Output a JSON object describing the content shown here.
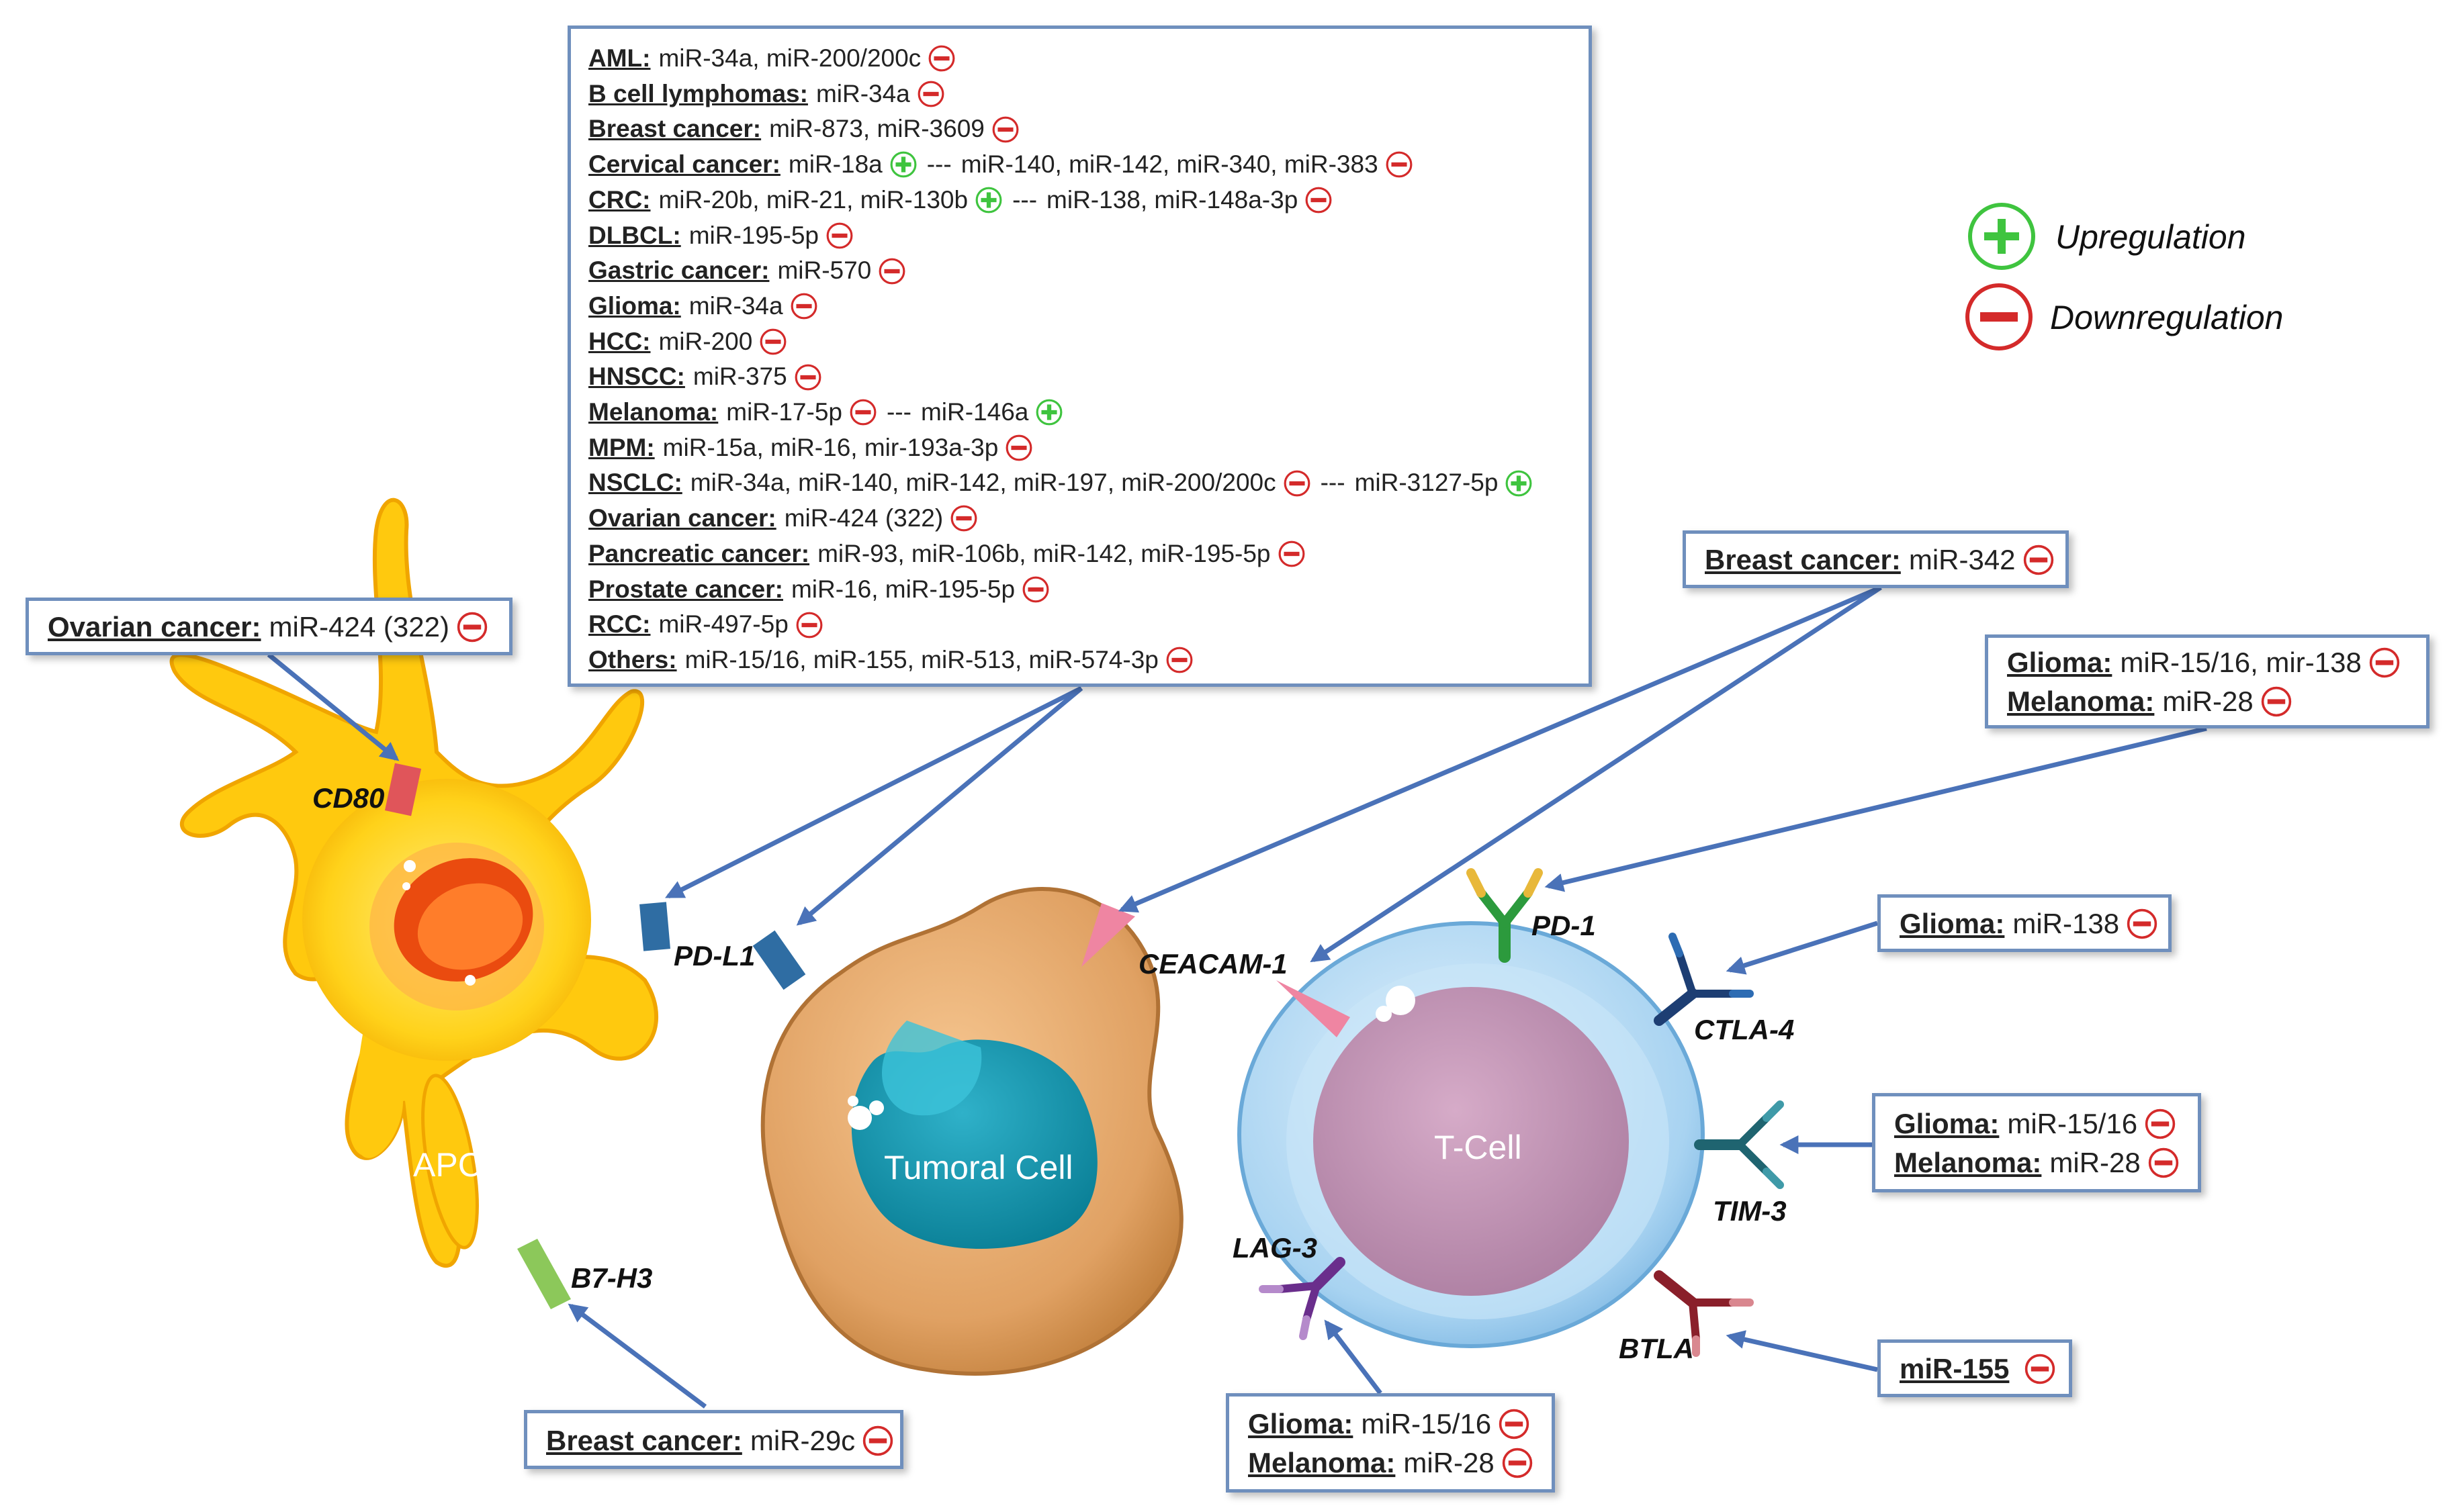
{
  "colors": {
    "up": "#3fc43f",
    "down": "#d42a2a",
    "box_border": "#6f8fbd",
    "arrow": "#4a72b8"
  },
  "legend": {
    "up_label": "Upregulation",
    "down_label": "Downregulation"
  },
  "main_list": [
    {
      "disease": "AML:",
      "parts": [
        {
          "text": "miR-34a, miR-200/200c",
          "sign": "down"
        }
      ]
    },
    {
      "disease": "B cell lymphomas:",
      "parts": [
        {
          "text": "miR-34a",
          "sign": "down"
        }
      ]
    },
    {
      "disease": "Breast cancer:",
      "parts": [
        {
          "text": "miR-873, miR-3609",
          "sign": "down"
        }
      ]
    },
    {
      "disease": "Cervical cancer:",
      "parts": [
        {
          "text": "miR-18a",
          "sign": "up"
        },
        {
          "text": "miR-140, miR-142, miR-340, miR-383",
          "sign": "down"
        }
      ]
    },
    {
      "disease": "CRC:",
      "parts": [
        {
          "text": "miR-20b, miR-21, miR-130b",
          "sign": "up"
        },
        {
          "text": "miR-138, miR-148a-3p",
          "sign": "down"
        }
      ]
    },
    {
      "disease": "DLBCL:",
      "parts": [
        {
          "text": "miR-195-5p",
          "sign": "down"
        }
      ]
    },
    {
      "disease": "Gastric cancer:",
      "parts": [
        {
          "text": "miR-570",
          "sign": "down"
        }
      ]
    },
    {
      "disease": "Glioma:",
      "parts": [
        {
          "text": "miR-34a",
          "sign": "down"
        }
      ]
    },
    {
      "disease": "HCC:",
      "parts": [
        {
          "text": "miR-200",
          "sign": "down"
        }
      ]
    },
    {
      "disease": "HNSCC:",
      "parts": [
        {
          "text": "miR-375",
          "sign": "down"
        }
      ]
    },
    {
      "disease": "Melanoma:",
      "parts": [
        {
          "text": "miR-17-5p",
          "sign": "down"
        },
        {
          "text": "miR-146a",
          "sign": "up"
        }
      ]
    },
    {
      "disease": "MPM:",
      "parts": [
        {
          "text": "miR-15a, miR-16, mir-193a-3p",
          "sign": "down"
        }
      ]
    },
    {
      "disease": "NSCLC:",
      "parts": [
        {
          "text": "miR-34a, miR-140, miR-142, miR-197, miR-200/200c",
          "sign": "down"
        },
        {
          "text": "miR-3127-5p",
          "sign": "up"
        }
      ]
    },
    {
      "disease": "Ovarian cancer:",
      "parts": [
        {
          "text": "miR-424 (322)",
          "sign": "down"
        }
      ]
    },
    {
      "disease": "Pancreatic cancer:",
      "parts": [
        {
          "text": "miR-93, miR-106b, miR-142, miR-195-5p",
          "sign": "down"
        }
      ]
    },
    {
      "disease": "Prostate cancer:",
      "parts": [
        {
          "text": "miR-16, miR-195-5p",
          "sign": "down"
        }
      ]
    },
    {
      "disease": "RCC:",
      "parts": [
        {
          "text": "miR-497-5p",
          "sign": "down"
        }
      ]
    },
    {
      "disease": "Others:",
      "parts": [
        {
          "text": "miR-15/16, miR-155, miR-513, miR-574-3p",
          "sign": "down"
        }
      ]
    }
  ],
  "separator": "---",
  "boxes": {
    "cd80": [
      {
        "disease": "Ovarian cancer:",
        "parts": [
          {
            "text": "miR-424 (322)",
            "sign": "down"
          }
        ]
      }
    ],
    "b7h3": [
      {
        "disease": "Breast cancer:",
        "parts": [
          {
            "text": "miR-29c",
            "sign": "down"
          }
        ]
      }
    ],
    "ceacam": [
      {
        "disease": "Breast cancer:",
        "parts": [
          {
            "text": "miR-342",
            "sign": "down"
          }
        ]
      }
    ],
    "pd1": [
      {
        "disease": "Glioma:",
        "parts": [
          {
            "text": "miR-15/16, mir-138",
            "sign": "down"
          }
        ]
      },
      {
        "disease": "Melanoma:",
        "parts": [
          {
            "text": "miR-28",
            "sign": "down"
          }
        ]
      }
    ],
    "ctla4": [
      {
        "disease": "Glioma:",
        "parts": [
          {
            "text": "miR-138",
            "sign": "down"
          }
        ]
      }
    ],
    "tim3": [
      {
        "disease": "Glioma:",
        "parts": [
          {
            "text": "miR-15/16",
            "sign": "down"
          }
        ]
      },
      {
        "disease": "Melanoma:",
        "parts": [
          {
            "text": "miR-28",
            "sign": "down"
          }
        ]
      }
    ],
    "btla": [
      {
        "disease": "miR-155",
        "parts": [
          {
            "text": "",
            "sign": "down"
          }
        ]
      }
    ],
    "lag3": [
      {
        "disease": "Glioma:",
        "parts": [
          {
            "text": "miR-15/16",
            "sign": "down"
          }
        ]
      },
      {
        "disease": "Melanoma:",
        "parts": [
          {
            "text": "miR-28",
            "sign": "down"
          }
        ]
      }
    ]
  },
  "receptors": {
    "cd80": "CD80",
    "pdl1": "PD-L1",
    "ceacam1": "CEACAM-1",
    "b7h3": "B7-H3",
    "pd1": "PD-1",
    "ctla4": "CTLA-4",
    "tim3": "TIM-3",
    "btla": "BTLA",
    "lag3": "LAG-3"
  },
  "cells": {
    "apc": "APC",
    "tumor": "Tumoral Cell",
    "tcell": "T-Cell"
  }
}
